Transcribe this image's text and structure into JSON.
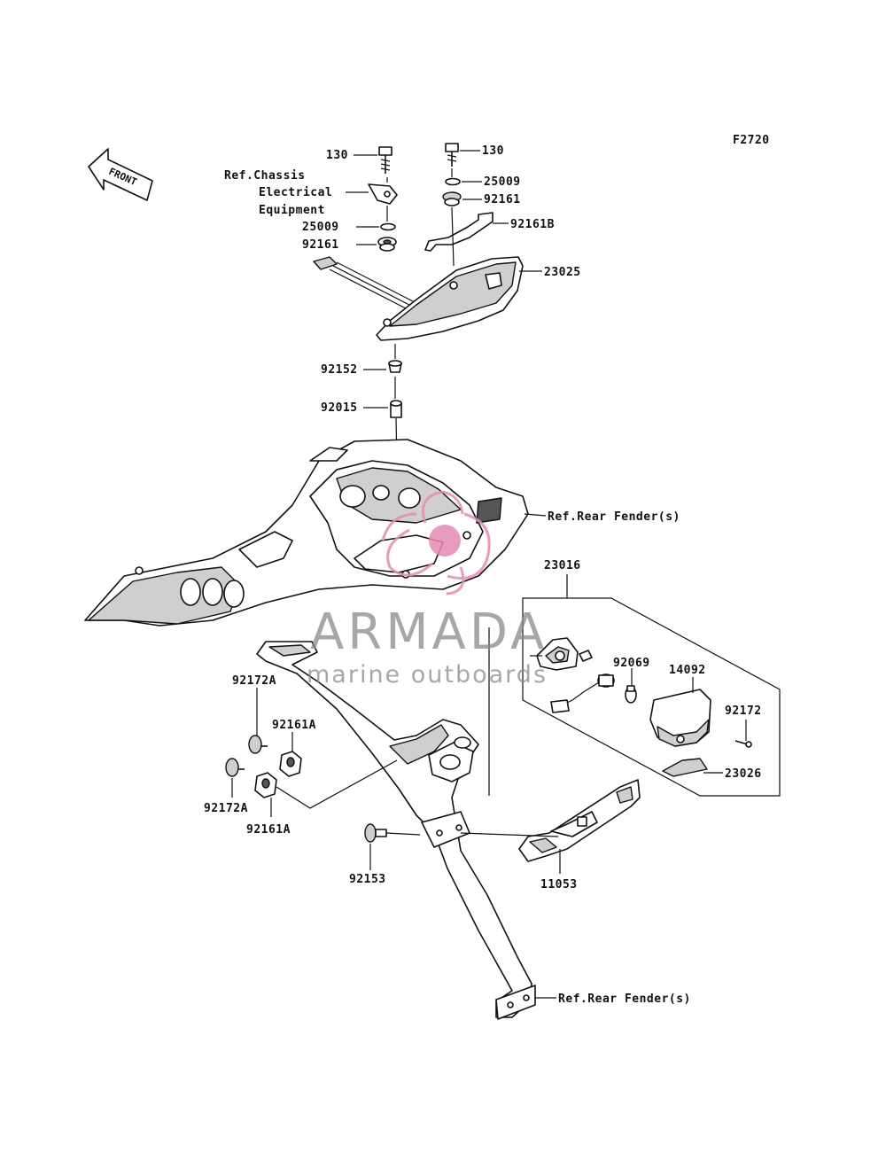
{
  "figure_code": "F2720",
  "front_label": "FRONT",
  "watermark": {
    "brand": "ARMADA",
    "tagline": "marine outboards",
    "logo_color": "#e58bb5",
    "text_color": "#8a8a8a"
  },
  "labels": {
    "bolt_left": "130",
    "bolt_right": "130",
    "washer_right": "25009",
    "grommet_right": "92161",
    "bracket_right": "92161B",
    "tail_cover": "23025",
    "ref_chassis_1": "Ref.Chassis",
    "ref_chassis_2": "Electrical",
    "ref_chassis_3": "Equipment",
    "washer_left": "25009",
    "grommet_left": "92161",
    "collar_1": "92152",
    "collar_2": "92015",
    "ref_rear_fender_top": "Ref.Rear Fender(s)",
    "license_lamp_assy": "23016",
    "bulb": "92069",
    "lens": "14092",
    "screw_lamp": "92172",
    "cover_lamp": "23026",
    "screw_a_top": "92172A",
    "screw_a_bottom": "92172A",
    "damper_a_top": "92161A",
    "damper_a_bottom": "92161A",
    "bolt_plate": "92153",
    "plate_bracket": "11053",
    "ref_rear_fender_bottom": "Ref.Rear Fender(s)"
  }
}
